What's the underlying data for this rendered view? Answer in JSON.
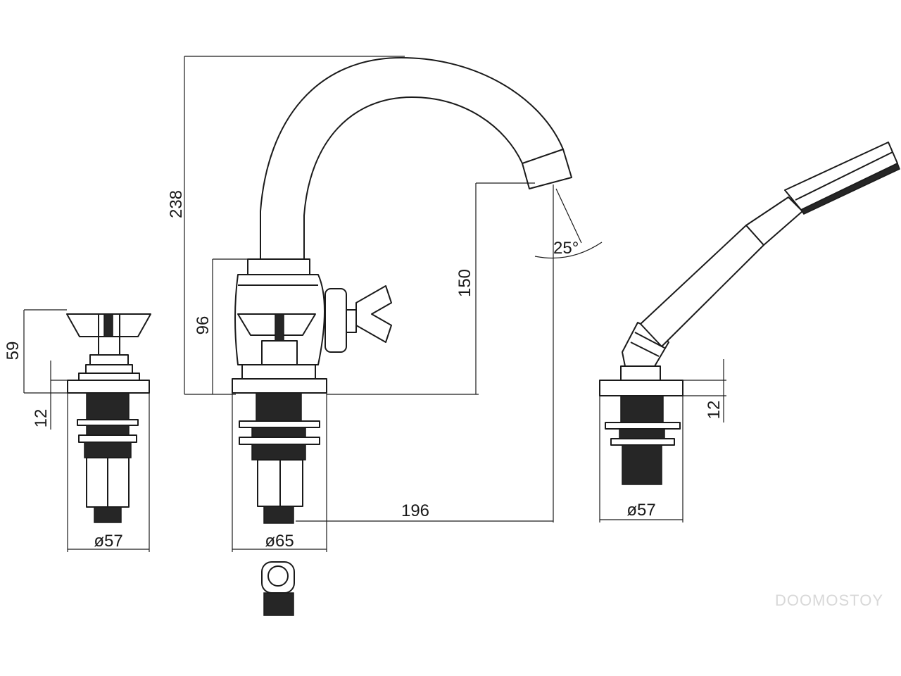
{
  "dimensions": {
    "overall_height": "238",
    "spout_outlet_height": "150",
    "spout_angle": "25°",
    "mixer_body_height": "96",
    "valve_handle_height": "59",
    "valve_deck_thickness": "12",
    "shower_deck_thickness": "12",
    "spout_reach": "196",
    "valve_base_diameter": "ø57",
    "mixer_base_diameter": "ø65",
    "shower_base_diameter": "ø57"
  },
  "watermark": "DOOMOSTOY"
}
